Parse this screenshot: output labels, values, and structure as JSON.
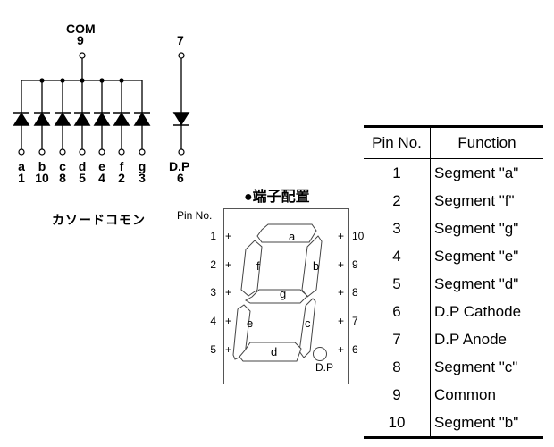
{
  "schematic": {
    "com_label": "COM",
    "com_pin": "9",
    "dp_anode_pin": "7",
    "segments": [
      {
        "letter": "a",
        "pin": "1"
      },
      {
        "letter": "b",
        "pin": "10"
      },
      {
        "letter": "c",
        "pin": "8"
      },
      {
        "letter": "d",
        "pin": "5"
      },
      {
        "letter": "e",
        "pin": "4"
      },
      {
        "letter": "f",
        "pin": "2"
      },
      {
        "letter": "g",
        "pin": "3"
      }
    ],
    "dp_label": "D.P",
    "dp_pin": "6",
    "type_label": "カソードコモン"
  },
  "pinout": {
    "title": "●端子配置",
    "pin_no_label": "Pin No.",
    "left_pins": [
      "1",
      "2",
      "3",
      "4",
      "5"
    ],
    "right_pins": [
      "10",
      "9",
      "8",
      "7",
      "6"
    ],
    "plus_sign": "+",
    "segment_labels": {
      "a": "a",
      "b": "b",
      "c": "c",
      "d": "d",
      "e": "e",
      "f": "f",
      "g": "g"
    },
    "dp_label": "D.P"
  },
  "table": {
    "headers": [
      "Pin No.",
      "Function"
    ],
    "rows": [
      {
        "pin": "1",
        "function": "Segment \"a\""
      },
      {
        "pin": "2",
        "function": "Segment \"f\""
      },
      {
        "pin": "3",
        "function": "Segment \"g\""
      },
      {
        "pin": "4",
        "function": "Segment \"e\""
      },
      {
        "pin": "5",
        "function": "Segment \"d\""
      },
      {
        "pin": "6",
        "function": "D.P Cathode"
      },
      {
        "pin": "7",
        "function": "D.P Anode"
      },
      {
        "pin": "8",
        "function": "Segment \"c\""
      },
      {
        "pin": "9",
        "function": "Common"
      },
      {
        "pin": "10",
        "function": "Segment \"b\""
      }
    ]
  }
}
